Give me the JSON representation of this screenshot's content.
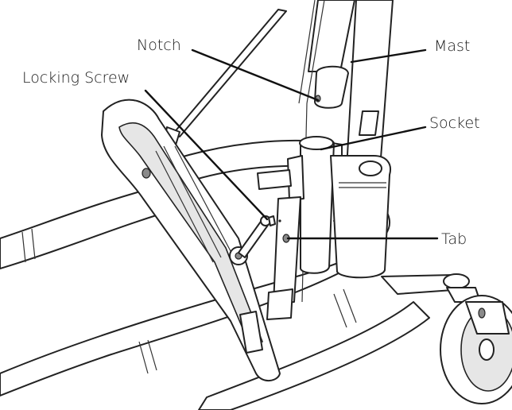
{
  "labels": {
    "notch": "Notch",
    "mast": "Mast",
    "locking_screw": "Locking Screw",
    "socket": "Socket",
    "tab": "Tab"
  },
  "colors": {
    "line": "#111111",
    "background": "#ffffff"
  }
}
